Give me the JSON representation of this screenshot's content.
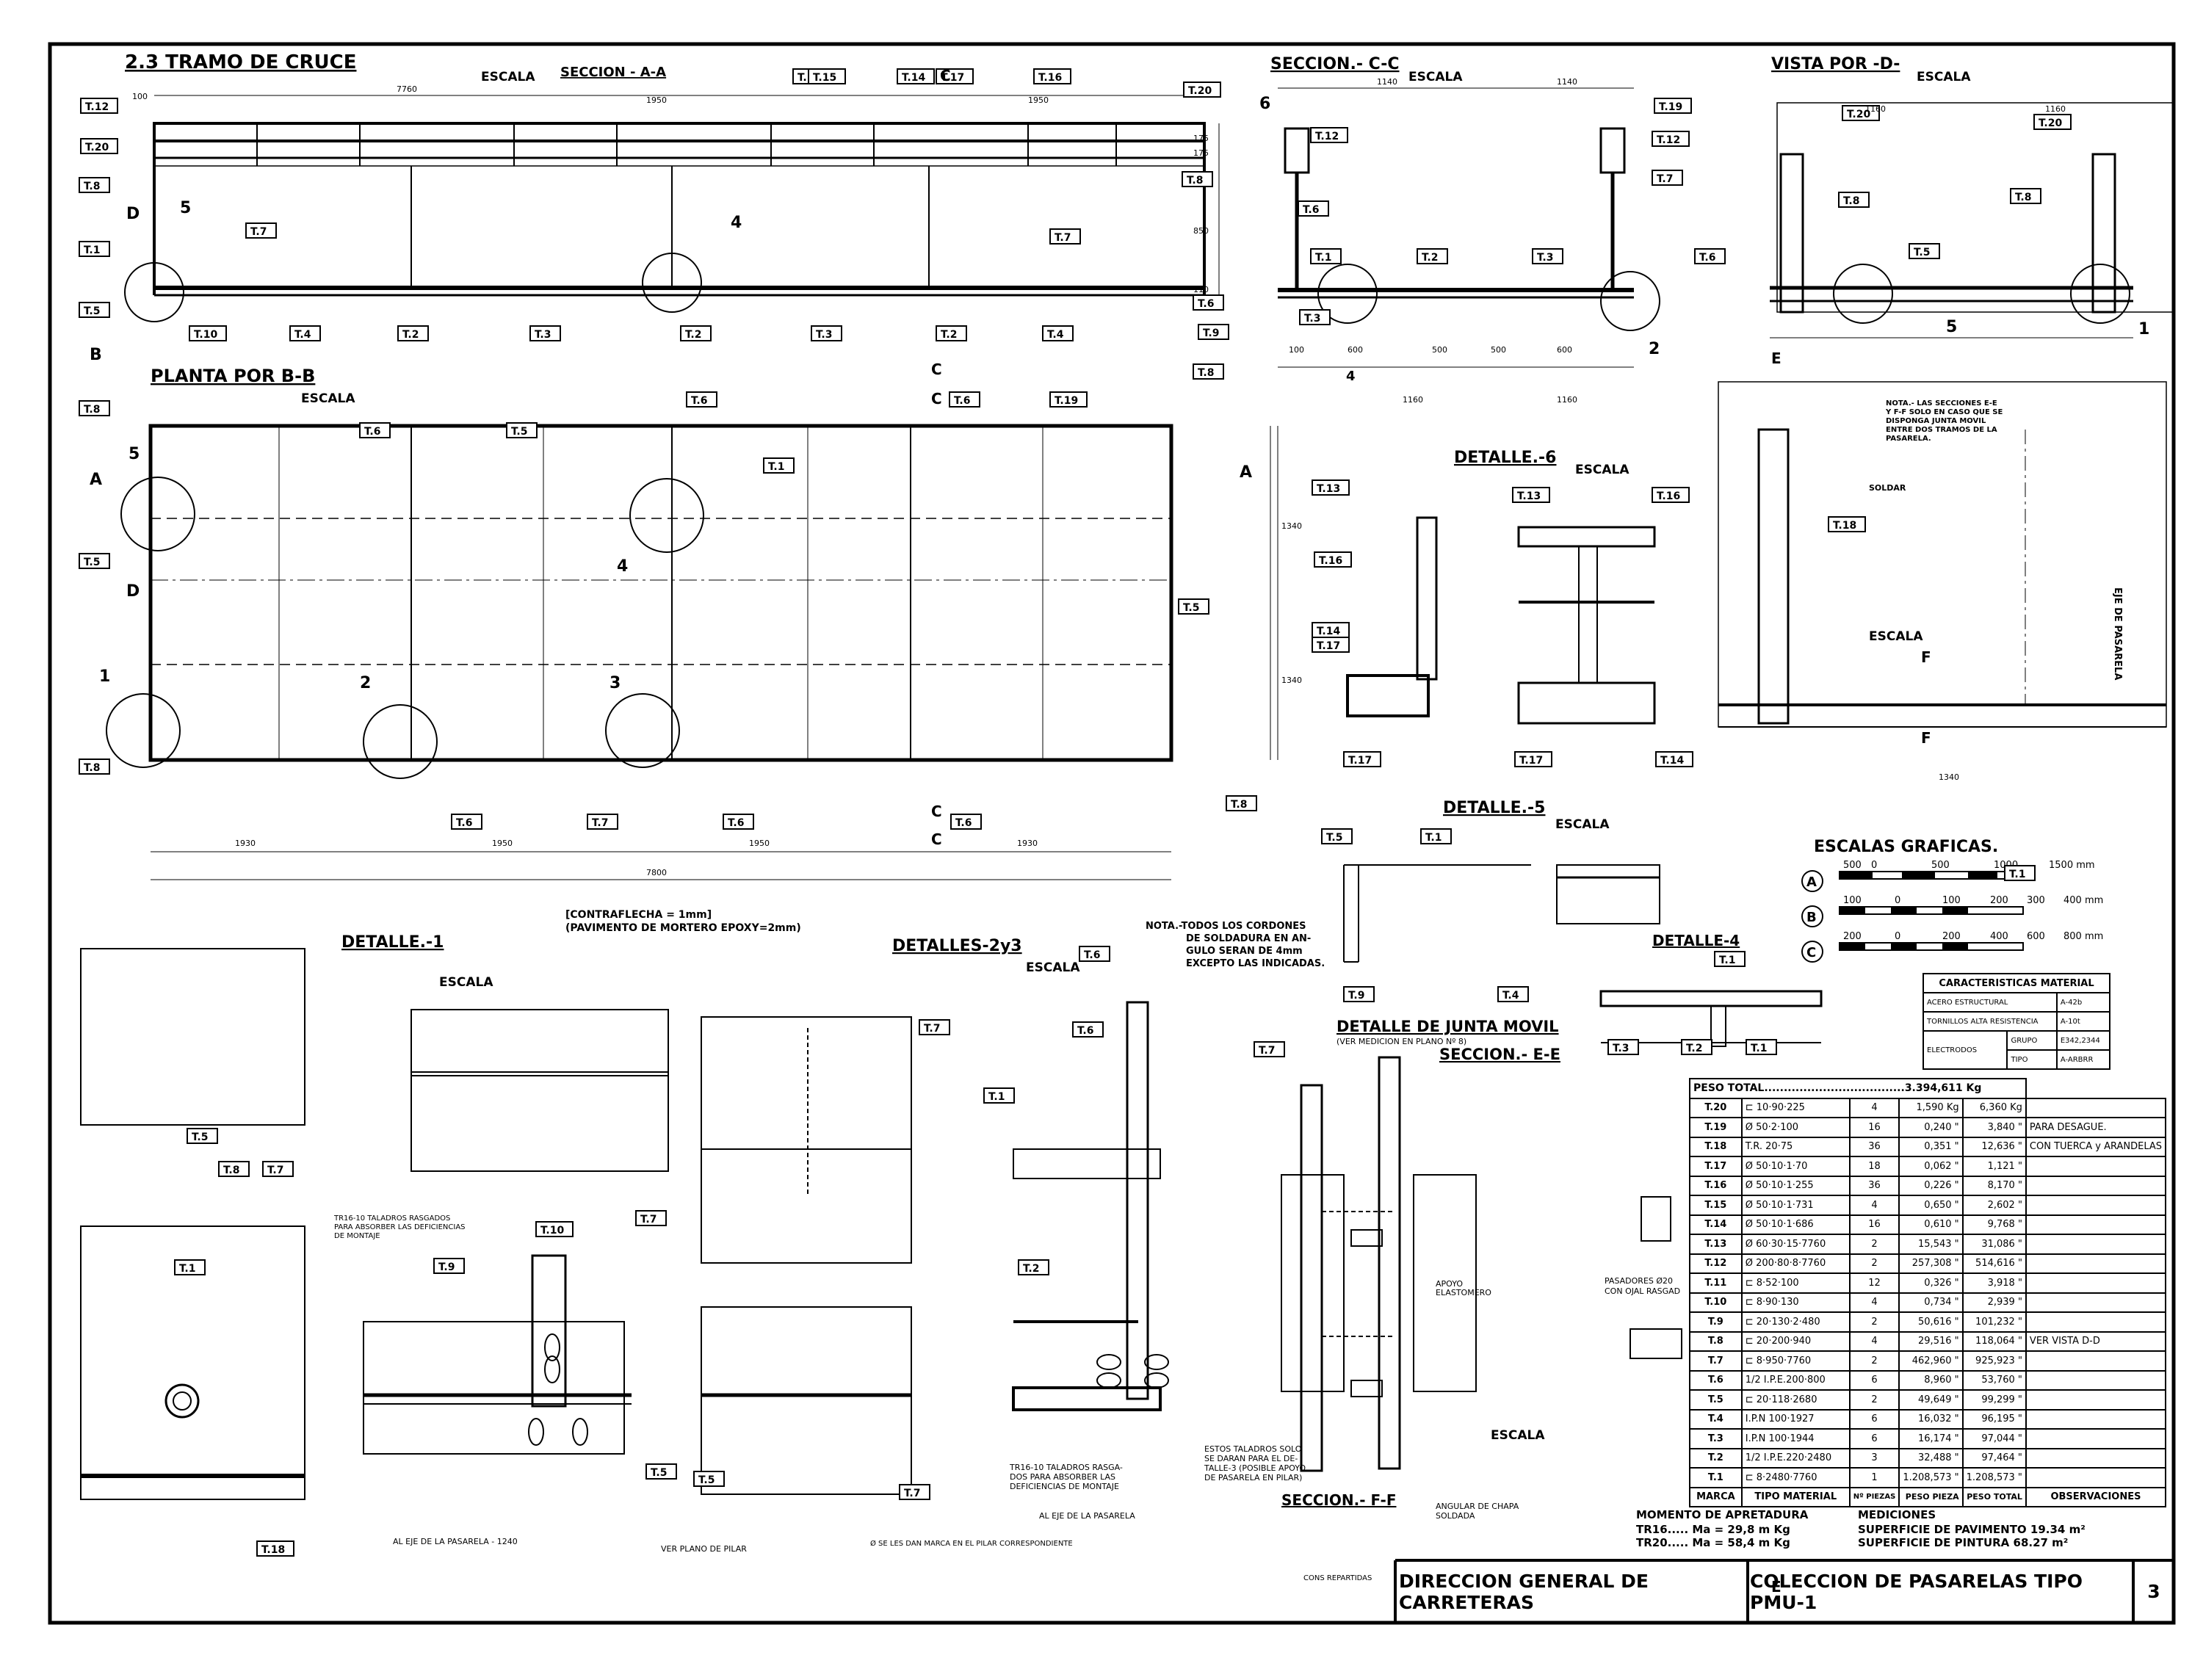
{
  "section_title": "2.3 TRAMO DE CRUCE",
  "views": {
    "seccion_aa": "SECCION - A-A",
    "seccion_cc": "SECCION.- C-C",
    "vista_d": "VISTA POR -D-",
    "planta_bb": "PLANTA POR B-B",
    "detalle_1": "DETALLE.-1",
    "detalles_2y3": "DETALLES-2y3",
    "detalle_4": "DETALLE-4",
    "detalle_5": "DETALLE.-5",
    "detalle_6": "DETALLE.-6",
    "detalle_junta": "DETALLE DE JUNTA MOVIL",
    "seccion_ee": "SECCION.- E-E",
    "seccion_ff": "SECCION.- F-F"
  },
  "escala_word": "ESCALA",
  "scale_letters": [
    "A",
    "B",
    "C"
  ],
  "notes": {
    "contraflecha": "[CONTRAFLECHA = 1mm]",
    "pavimento": "(PAVIMENTO DE MORTERO EPOXY=2mm)",
    "cordones": [
      "NOTA.-TODOS LOS CORDONES",
      "DE SOLDADURA EN AN-",
      "GULO SERAN DE 4mm",
      "EXCEPTO LAS INDICADAS."
    ],
    "secciones_ef": [
      "NOTA.- LAS SECCIONES E-E",
      "Y F-F SOLO EN CASO QUE SE",
      "DISPONGA JUNTA MOVIL",
      "ENTRE DOS TRAMOS DE LA",
      "PASARELA."
    ],
    "soldar": "SOLDAR",
    "eje_pasarela": "EJE DE PASARELA",
    "ver_plano_pilar": "VER PLANO DE PILAR",
    "ver_medicion": "(VER MEDICION EN PLANO Nº 8)",
    "apoyo_elastomero": [
      "APOYO",
      "ELASTOMERO"
    ],
    "pasadores": [
      "PASADORES Ø20",
      "CON OJAL RASGAD"
    ],
    "angular_chapa": [
      "ANGULAR DE CHAPA",
      "SOLDADA"
    ],
    "cons_repartidas": "CONS REPARTIDAS",
    "taladros_1": [
      "TR16-10 TALADROS RASGADOS",
      "PARA ABSORBER LAS DEFICIENCIAS",
      "DE MONTAJE"
    ],
    "taladros_2": [
      "TR16-10 TALADROS RASGA-",
      "DOS PARA ABSORBER LAS",
      "DEFICIENCIAS DE MONTAJE"
    ],
    "taladros_3": [
      "ESTOS TALADROS SOLO",
      "SE DARAN PARA EL DE-",
      "TALLE-3 (POSIBLE APOYO",
      "DE PASARELA EN PILAR)"
    ],
    "eje_pasarela_1": "AL EJE DE LA PASARELA - 1240",
    "eje_pasarela_2": "AL EJE DE LA PASARELA",
    "marca_pilar": "Ø SE LES DAN MARCA EN EL PILAR CORRESPONDIENTE"
  },
  "escalas_graficas": {
    "title": "ESCALAS GRAFICAS.",
    "a_ticks": [
      "500",
      "0",
      "500",
      "1000",
      "1500 mm"
    ],
    "b_ticks": [
      "100",
      "0",
      "100",
      "200",
      "300",
      "400 mm"
    ],
    "c_ticks": [
      "200",
      "0",
      "200",
      "400",
      "600",
      "800 mm"
    ]
  },
  "caracteristicas": {
    "title": "CARACTERISTICAS MATERIAL",
    "rows": [
      {
        "label": "ACERO ESTRUCTURAL",
        "value": "A-42b"
      },
      {
        "label": "TORNILLOS ALTA RESISTENCIA",
        "value": "A-10t"
      },
      {
        "label": "ELECTRODOS",
        "sub1": "GRUPO",
        "v1": "E342,2344",
        "sub2": "TIPO",
        "v2": "A-ARBRR"
      }
    ]
  },
  "mediciones_table": {
    "peso_total": "PESO TOTAL....................................3.394,611 Kg",
    "rows": [
      {
        "marca": "T.20",
        "tipo": "⊏ 10·90·225",
        "n": "4",
        "peso": "1,590 Kg",
        "total": "6,360 Kg",
        "obs": ""
      },
      {
        "marca": "T.19",
        "tipo": "Ø 50·2·100",
        "n": "16",
        "peso": "0,240 \"",
        "total": "3,840 \"",
        "obs": "PARA DESAGUE."
      },
      {
        "marca": "T.18",
        "tipo": "T.R. 20·75",
        "n": "36",
        "peso": "0,351 \"",
        "total": "12,636 \"",
        "obs": "CON TUERCA y ARANDELAS"
      },
      {
        "marca": "T.17",
        "tipo": "Ø 50·10·1·70",
        "n": "18",
        "peso": "0,062 \"",
        "total": "1,121 \"",
        "obs": ""
      },
      {
        "marca": "T.16",
        "tipo": "Ø 50·10·1·255",
        "n": "36",
        "peso": "0,226 \"",
        "total": "8,170 \"",
        "obs": ""
      },
      {
        "marca": "T.15",
        "tipo": "Ø 50·10·1·731",
        "n": "4",
        "peso": "0,650 \"",
        "total": "2,602 \"",
        "obs": ""
      },
      {
        "marca": "T.14",
        "tipo": "Ø 50·10·1·686",
        "n": "16",
        "peso": "0,610 \"",
        "total": "9,768 \"",
        "obs": ""
      },
      {
        "marca": "T.13",
        "tipo": "Ø 60·30·15·7760",
        "n": "2",
        "peso": "15,543 \"",
        "total": "31,086 \"",
        "obs": ""
      },
      {
        "marca": "T.12",
        "tipo": "Ø 200·80·8·7760",
        "n": "2",
        "peso": "257,308 \"",
        "total": "514,616 \"",
        "obs": ""
      },
      {
        "marca": "T.11",
        "tipo": "⊏ 8·52·100",
        "n": "12",
        "peso": "0,326 \"",
        "total": "3,918 \"",
        "obs": ""
      },
      {
        "marca": "T.10",
        "tipo": "⊏ 8·90·130",
        "n": "4",
        "peso": "0,734 \"",
        "total": "2,939 \"",
        "obs": ""
      },
      {
        "marca": "T.9",
        "tipo": "⊏ 20·130·2·480",
        "n": "2",
        "peso": "50,616 \"",
        "total": "101,232 \"",
        "obs": ""
      },
      {
        "marca": "T.8",
        "tipo": "⊏ 20·200·940",
        "n": "4",
        "peso": "29,516 \"",
        "total": "118,064 \"",
        "obs": "VER VISTA D-D"
      },
      {
        "marca": "T.7",
        "tipo": "⊏ 8·950·7760",
        "n": "2",
        "peso": "462,960 \"",
        "total": "925,923 \"",
        "obs": ""
      },
      {
        "marca": "T.6",
        "tipo": "1/2 I.P.E.200·800",
        "n": "6",
        "peso": "8,960 \"",
        "total": "53,760 \"",
        "obs": ""
      },
      {
        "marca": "T.5",
        "tipo": "⊏ 20·118·2680",
        "n": "2",
        "peso": "49,649 \"",
        "total": "99,299 \"",
        "obs": ""
      },
      {
        "marca": "T.4",
        "tipo": "I.P.N 100·1927",
        "n": "6",
        "peso": "16,032 \"",
        "total": "96,195 \"",
        "obs": ""
      },
      {
        "marca": "T.3",
        "tipo": "I.P.N 100·1944",
        "n": "6",
        "peso": "16,174 \"",
        "total": "97,044 \"",
        "obs": ""
      },
      {
        "marca": "T.2",
        "tipo": "1/2 I.P.E.220·2480",
        "n": "3",
        "peso": "32,488 \"",
        "total": "97,464 \"",
        "obs": ""
      },
      {
        "marca": "T.1",
        "tipo": "⊏ 8·2480·7760",
        "n": "1",
        "peso": "1.208,573 \"",
        "total": "1.208,573 \"",
        "obs": ""
      }
    ],
    "headers": {
      "marca": "MARCA",
      "tipo": "TIPO MATERIAL",
      "n": "Nº PIEZAS",
      "peso": "PESO PIEZA",
      "total": "PESO TOTAL",
      "obs": "OBSERVACIONES"
    }
  },
  "apretadura": {
    "title": "MOMENTO DE APRETADURA",
    "tr16": "TR16..... Ma = 29,8 m Kg",
    "tr20": "TR20..... Ma = 58,4 m Kg"
  },
  "mediciones": {
    "title": "MEDICIONES",
    "pavimento": "SUPERFICIE DE PAVIMENTO  19.34 m²",
    "pintura": "SUPERFICIE DE PINTURA      68.27 m²"
  },
  "title_block": {
    "org": "DIRECCION GENERAL DE CARRETERAS",
    "collection": "COLECCION DE PASARELAS TIPO PMU-1",
    "sheet": "3"
  },
  "part_marks": [
    "T.1",
    "T.2",
    "T.3",
    "T.4",
    "T.5",
    "T.6",
    "T.7",
    "T.8",
    "T.9",
    "T.10",
    "T.11",
    "T.12",
    "T.13",
    "T.14",
    "T.15",
    "T.16",
    "T.17",
    "T.18",
    "T.19",
    "T.20"
  ],
  "detail_numbers": [
    "1",
    "2",
    "3",
    "4",
    "5",
    "6"
  ],
  "section_letters": [
    "A",
    "B",
    "C",
    "D",
    "E",
    "F"
  ],
  "dims": {
    "aa": [
      "7760",
      "175",
      "175",
      "850",
      "110",
      "100",
      "1950",
      "1950"
    ],
    "cc": [
      "1140",
      "1140",
      "1160",
      "1160",
      "100",
      "600",
      "500",
      "500",
      "600"
    ],
    "d": [
      "1160",
      "1160",
      "1340"
    ],
    "plan": [
      "1930",
      "1950",
      "1950",
      "1930",
      "7800",
      "1340",
      "1340"
    ]
  }
}
